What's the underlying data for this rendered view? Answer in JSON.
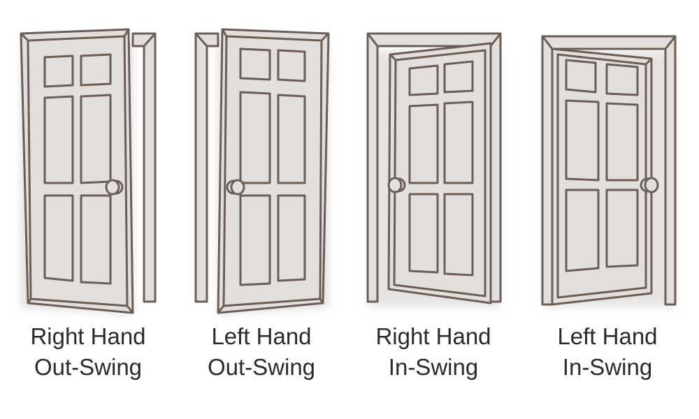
{
  "colors": {
    "door_fill": "#e2dfdc",
    "stroke": "#6b5e57",
    "shadow": "#d6d3d0",
    "text": "#2a2a2a"
  },
  "doors": [
    {
      "line1": "Right Hand",
      "line2": "Out-Swing",
      "icon": "door-right-hand-out-swing-icon"
    },
    {
      "line1": "Left Hand",
      "line2": "Out-Swing",
      "icon": "door-left-hand-out-swing-icon"
    },
    {
      "line1": "Right Hand",
      "line2": "In-Swing",
      "icon": "door-right-hand-in-swing-icon"
    },
    {
      "line1": "Left Hand",
      "line2": "In-Swing",
      "icon": "door-left-hand-in-swing-icon"
    }
  ]
}
